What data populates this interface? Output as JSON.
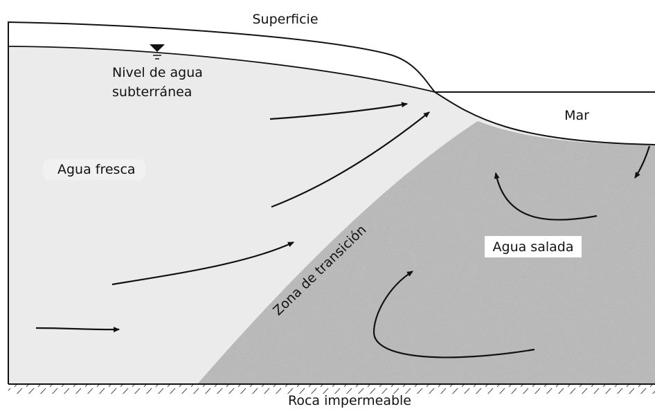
{
  "labels": {
    "surface": "Superficie",
    "water_table_line1": "Nivel de agua",
    "water_table_line2": "subterránea",
    "sea": "Mar",
    "fresh_water": "Agua fresca",
    "salt_water": "Agua salada",
    "transition_zone": "Zona de transición",
    "bedrock": "Roca impermeable"
  },
  "colors": {
    "fresh_water": "#ebebeb",
    "salt_water": "#b9b9b9",
    "outline": "#111111",
    "background": "#ffffff"
  },
  "icons": {
    "water_table_marker": "inverted-triangle-water-table-icon"
  }
}
